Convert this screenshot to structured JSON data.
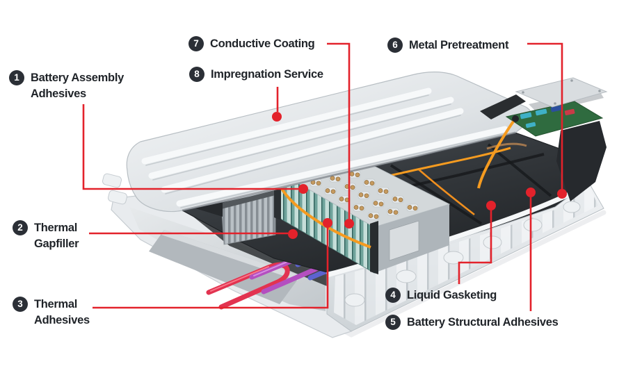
{
  "figure": {
    "description": "Cutaway illustration of an electric-vehicle battery pack with numbered adhesive and coating application points",
    "parts": [
      "tray",
      "lid",
      "battery-modules",
      "cell-stack",
      "cooling-tubes",
      "bms-board"
    ]
  },
  "colors": {
    "accent_red": "#e3222b",
    "badge_bg": "#2b2f36",
    "badge_fg": "#ffffff",
    "label_text": "#1f2328",
    "cable_orange": "#f59b20",
    "cell_teal": "#6fa39b",
    "pcb_green": "#2f6b3f"
  },
  "callouts": [
    {
      "num": "1",
      "label": "Battery Assembly\nAdhesives"
    },
    {
      "num": "2",
      "label": "Thermal\nGapfiller"
    },
    {
      "num": "3",
      "label": "Thermal\nAdhesives"
    },
    {
      "num": "4",
      "label": "Liquid Gasketing"
    },
    {
      "num": "5",
      "label": "Battery Structural Adhesives"
    },
    {
      "num": "6",
      "label": "Metal Pretreatment"
    },
    {
      "num": "7",
      "label": "Conductive Coating"
    },
    {
      "num": "8",
      "label": "Impregnation Service"
    }
  ]
}
